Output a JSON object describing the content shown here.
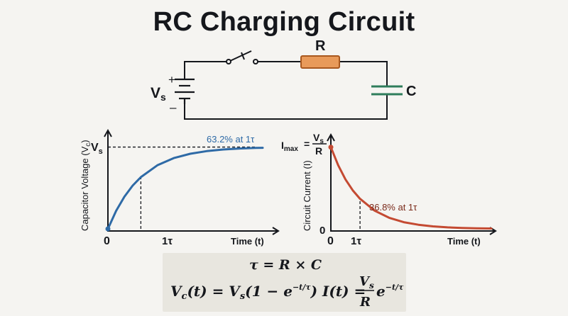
{
  "title": "RC Charging Circuit",
  "circuit": {
    "source_label": "V",
    "source_sub": "s",
    "plus": "+",
    "minus": "–",
    "resistor_label": "R",
    "capacitor_label": "C"
  },
  "colors": {
    "voltage_curve": "#2e6aa6",
    "current_curve": "#c44a32",
    "resistor_fill": "#e89a5a",
    "resistor_stroke": "#a8581f",
    "capacitor": "#2e7d5b",
    "ink": "#15171c"
  },
  "chart_data": [
    {
      "type": "line",
      "name": "capacitor-voltage",
      "ylabel": "Capacitor Voltage (V",
      "ylabel_sub": "c",
      "ylabel_end": ")",
      "xlabel": "Time (t)",
      "x_ticks": [
        "0",
        "1τ"
      ],
      "y_top_label": "V",
      "y_top_sub": "s",
      "annotation": "63.2% at 1τ",
      "marker_tau": 1,
      "marker_value": 0.632,
      "asymptote": 1,
      "xlim": [
        0,
        4.7
      ],
      "ylim": [
        0,
        1.1
      ],
      "series": [
        {
          "x": [
            0,
            0.25,
            0.5,
            0.75,
            1,
            1.5,
            2,
            2.5,
            3,
            3.5,
            4,
            4.5,
            4.7
          ],
          "values": [
            0,
            0.221,
            0.393,
            0.528,
            0.632,
            0.777,
            0.865,
            0.918,
            0.95,
            0.97,
            0.982,
            0.989,
            0.991
          ]
        }
      ]
    },
    {
      "type": "line",
      "name": "circuit-current",
      "ylabel": "Circuit Current (I)",
      "xlabel": "Time (t)",
      "x_ticks": [
        "0",
        "1τ"
      ],
      "y_top_label": "I",
      "y_top_sub": "max",
      "y_top_eq": "=",
      "y_top_num": "V",
      "y_top_num_sub": "s",
      "y_top_den": "R",
      "y_zero_label": "0",
      "annotation": "36.8% at 1τ",
      "marker_tau": 1,
      "marker_value": 0.368,
      "xlim": [
        0,
        5.5
      ],
      "ylim": [
        0,
        1.05
      ],
      "series": [
        {
          "x": [
            0,
            0.25,
            0.5,
            0.75,
            1,
            1.5,
            2,
            2.5,
            3,
            3.5,
            4,
            4.5,
            5,
            5.5
          ],
          "values": [
            1,
            0.779,
            0.607,
            0.472,
            0.368,
            0.223,
            0.135,
            0.082,
            0.05,
            0.03,
            0.018,
            0.011,
            0.007,
            0.004
          ]
        }
      ]
    }
  ],
  "formulas": {
    "tau": "τ = R × C",
    "vc_lhs": "V",
    "vc_sub": "c",
    "vc_mid": "(t) = V",
    "vc_sub2": "s",
    "vc_paren": "(1 − e",
    "vc_exp": "−t/τ",
    "vc_close": ")",
    "i_lhs": "I(t) =",
    "i_num": "V",
    "i_num_sub": "s",
    "i_den": "R",
    "i_e": "e",
    "i_exp": "−t/τ"
  }
}
